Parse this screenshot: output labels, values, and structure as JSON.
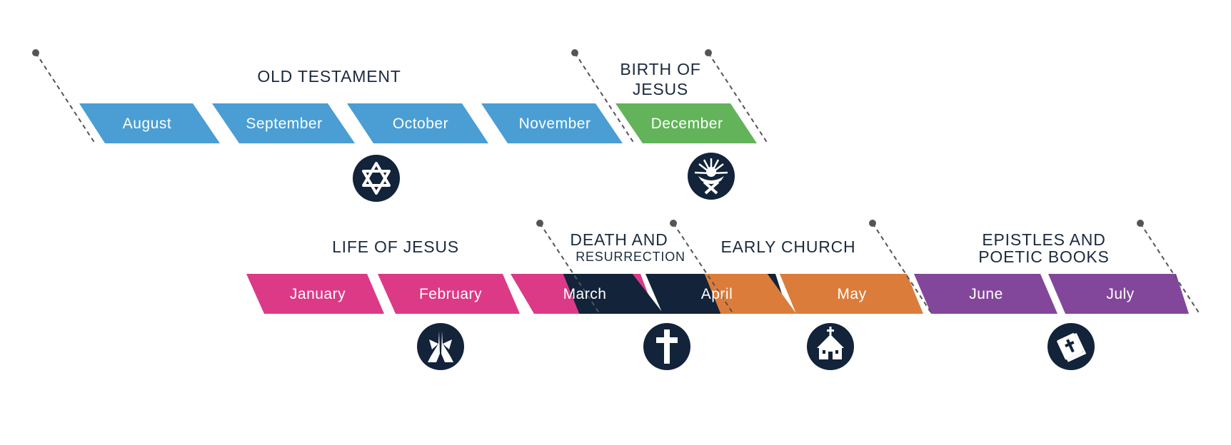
{
  "colors": {
    "old_testament": "#4a9ed3",
    "birth": "#62b35a",
    "life": "#dc3a86",
    "death": "#12233a",
    "early_church": "#dc7c3a",
    "epistles": "#82479a",
    "icon_bg": "#12233a",
    "divider": "#555555",
    "text_dark": "#1b2a3d"
  },
  "sections": {
    "old_testament": "OLD TESTAMENT",
    "birth_line1": "BIRTH OF",
    "birth_line2": "JESUS",
    "life": "LIFE OF JESUS",
    "death_line1": "DEATH AND",
    "death_line2": "RESURRECTION",
    "early_church": "EARLY CHURCH",
    "epistles_line1": "EPISTLES AND",
    "epistles_line2": "POETIC BOOKS"
  },
  "months": {
    "august": "August",
    "september": "September",
    "october": "October",
    "november": "November",
    "december": "December",
    "january": "January",
    "february": "February",
    "march": "March",
    "april": "April",
    "may": "May",
    "june": "June",
    "july": "July"
  },
  "icons": {
    "old_testament": "star-of-david-icon",
    "birth": "nativity-manger-icon",
    "life": "praying-hands-icon",
    "death": "cross-icon",
    "early_church": "church-icon",
    "epistles": "bible-icon"
  }
}
